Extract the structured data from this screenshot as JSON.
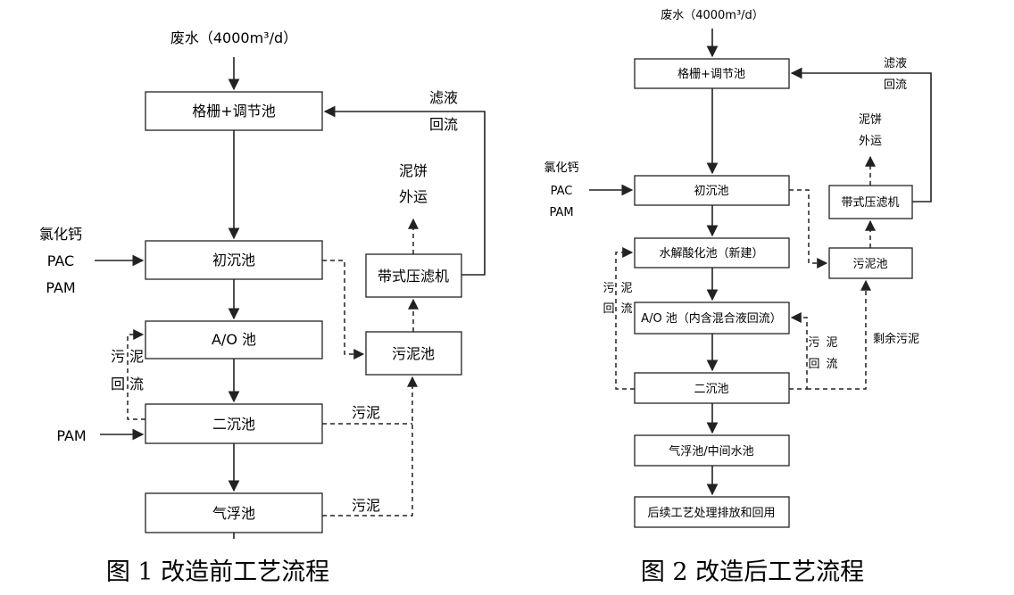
{
  "figure1": {
    "caption": "图 1  改造前工艺流程",
    "input": "废水（4000m³/d）",
    "boxes": {
      "grid_tank": "格栅+调节池",
      "primary": "初沉池",
      "ao": "A/O 池",
      "secondary": "二沉池",
      "flotation": "气浮池",
      "sludge_tank": "污泥池",
      "belt_press": "带式压滤机"
    },
    "chemicals": [
      "氯化钙",
      "PAC",
      "PAM"
    ],
    "pam_label": "PAM",
    "filtrate": [
      "滤液",
      "回流"
    ],
    "cake": [
      "泥饼",
      "外运"
    ],
    "return_sludge": [
      "污",
      "泥",
      "回",
      "流"
    ],
    "sludge_label": "污泥"
  },
  "figure2": {
    "caption": "图 2  改造后工艺流程",
    "input": "废水（4000m³/d）",
    "boxes": {
      "grid_tank": "格栅+调节池",
      "primary": "初沉池",
      "hydrolysis": "水解酸化池（新建）",
      "ao": "A/O 池（内含混合液回流）",
      "secondary": "二沉池",
      "flotation": "气浮池/中间水池",
      "followup": "后续工艺处理排放和回用",
      "sludge_tank": "污泥池",
      "belt_press": "带式压滤机"
    },
    "chemicals": [
      "氯化钙",
      "PAC",
      "PAM"
    ],
    "filtrate": [
      "滤液",
      "回流"
    ],
    "cake": [
      "泥饼",
      "外运"
    ],
    "return_left": [
      "污",
      "泥",
      "回",
      "流"
    ],
    "return_right": [
      "污",
      "泥",
      "回",
      "流"
    ],
    "excess": "剩余污泥"
  }
}
